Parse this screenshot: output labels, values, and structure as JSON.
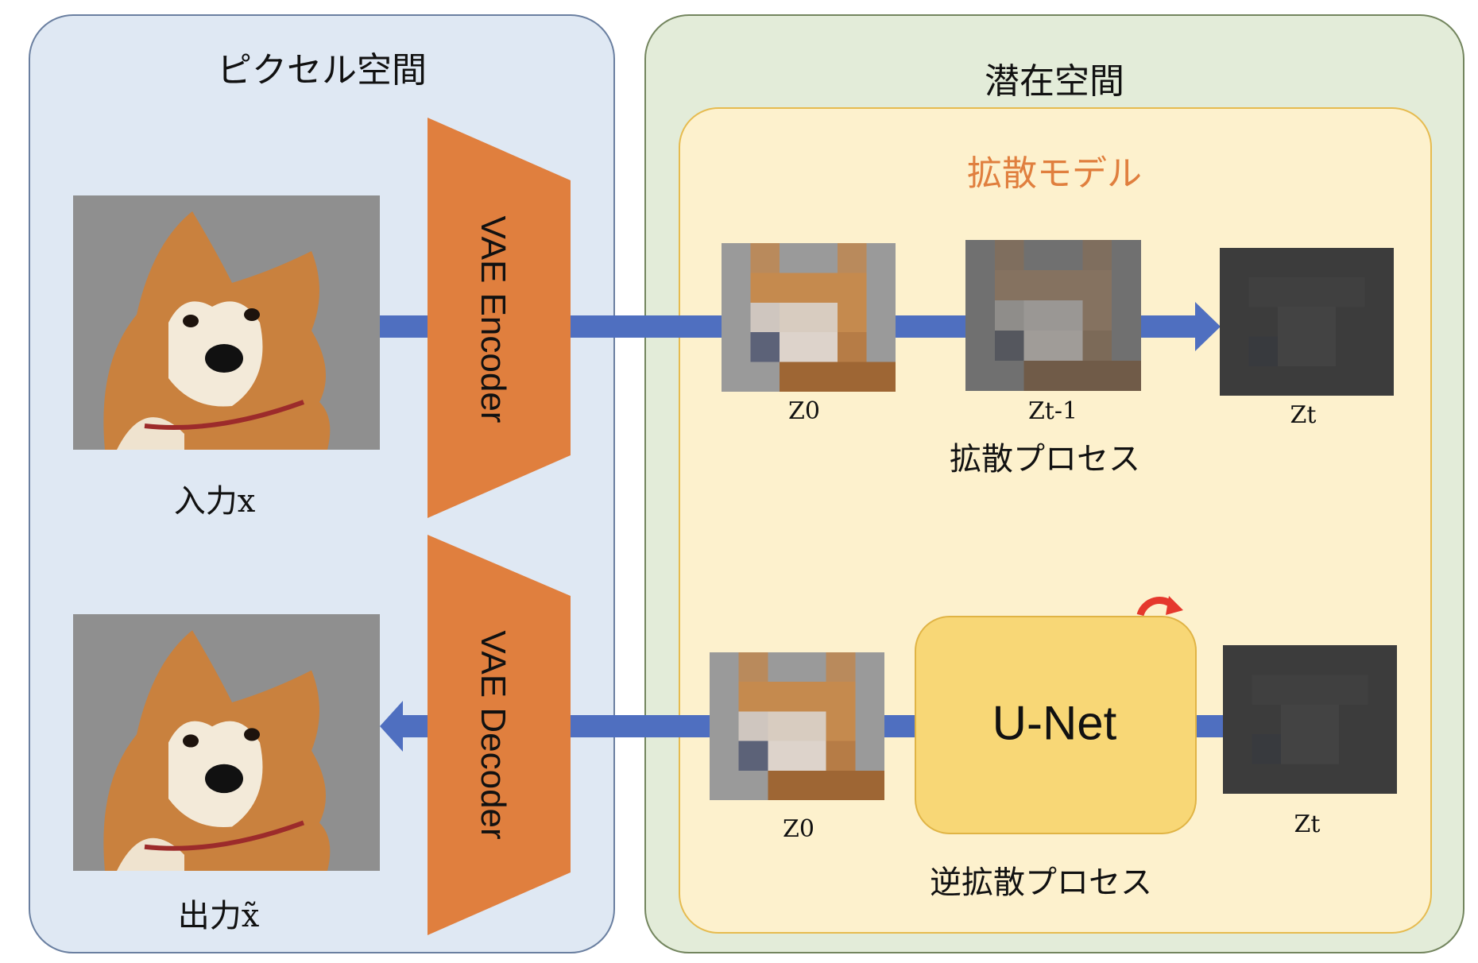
{
  "panels": {
    "pixel_space_title": "ピクセル空間",
    "latent_space_title": "潜在空間",
    "diffusion_model_title": "拡散モデル"
  },
  "pixel": {
    "input_label": "入力x",
    "output_label": "出力x̃"
  },
  "vae": {
    "encoder_label": "VAE Encoder",
    "decoder_label": "VAE Decoder"
  },
  "forward": {
    "z0_label": "Z0",
    "zt1_label": "Zt-1",
    "zt_label": "Zt",
    "process_label": "拡散プロセス"
  },
  "reverse": {
    "z0_label": "Z0",
    "zt_label": "Zt",
    "unet_label": "U-Net",
    "process_label": "逆拡散プロセス"
  },
  "colors": {
    "pixel_panel_bg": "#dfe8f3",
    "latent_panel_bg": "#e3ecd9",
    "diffusion_panel_bg": "#fdf1cd",
    "vae_trapezoid": "#e07f3e",
    "diffusion_title": "#e07f3e",
    "connector": "#4f6fc0",
    "unet_bg": "#f8d776",
    "cycle_icon": "#e5382d"
  },
  "icons": {
    "cycle": "refresh-icon"
  }
}
